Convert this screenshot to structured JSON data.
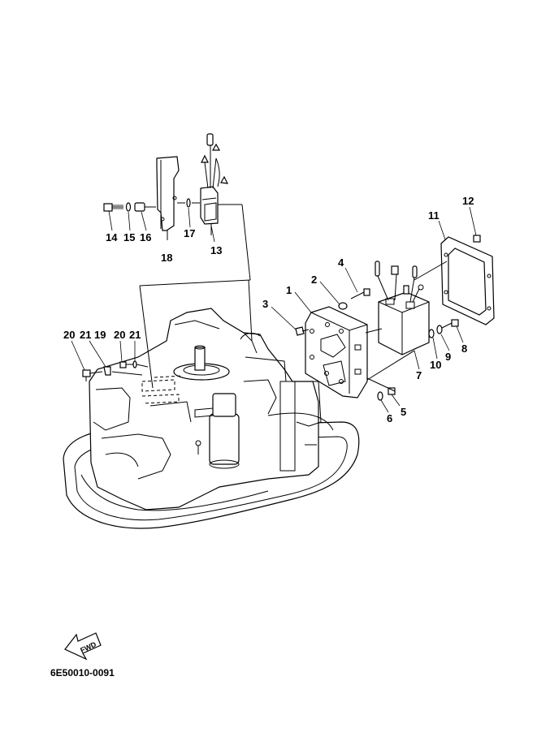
{
  "diagram": {
    "drawing_code": "6E50010-0091",
    "fwd_arrow_text": "FWD",
    "callouts": [
      "1",
      "2",
      "3",
      "4",
      "5",
      "6",
      "7",
      "8",
      "9",
      "10",
      "11",
      "12",
      "13",
      "14",
      "15",
      "16",
      "17",
      "18",
      "19",
      "20",
      "21",
      "20",
      "21"
    ]
  }
}
